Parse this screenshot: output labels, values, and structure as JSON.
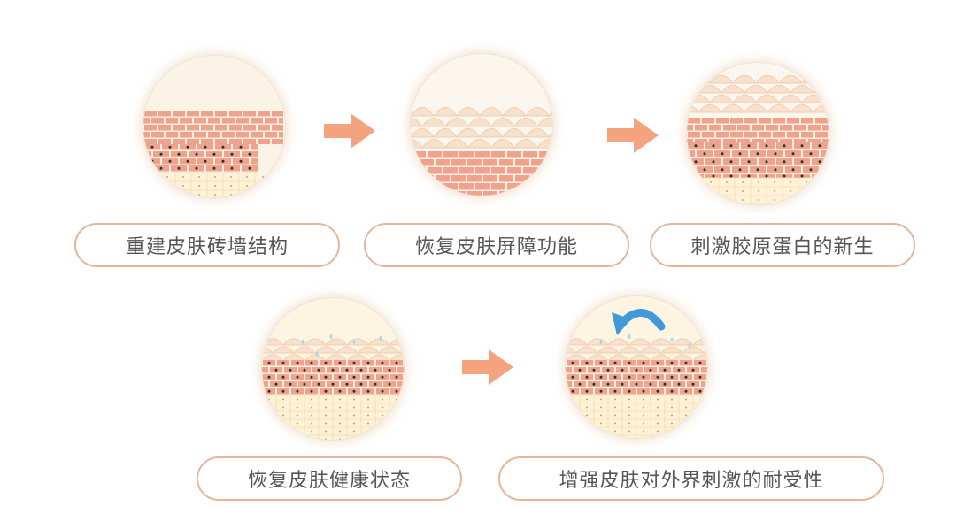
{
  "colors": {
    "accent": "#f5a27e",
    "pill_border": "#e8b49a",
    "text": "#555555",
    "brick": "#f0a38c",
    "mortar": "#fbeee4",
    "scale": "#f7e1cc",
    "deep_cell": "#fdf2d6",
    "nucleus": "#3a2b25",
    "droplet": "#a9d7ee",
    "rotate_arrow": "#3f9ad7"
  },
  "steps": [
    {
      "label": "重建皮肤砖墙结构",
      "illustration": "brick-wall-rebuild"
    },
    {
      "label": "恢复皮肤屏障功能",
      "illustration": "barrier-layer"
    },
    {
      "label": "刺激胶原蛋白的新生",
      "illustration": "collagen-regeneration"
    },
    {
      "label": "恢复皮肤健康状态",
      "illustration": "healthy-skin"
    },
    {
      "label": "增强皮肤对外界刺激的耐受性",
      "illustration": "tolerance-skin"
    }
  ],
  "arrows": [
    {
      "icon": "right-arrow-icon"
    },
    {
      "icon": "right-arrow-icon"
    },
    {
      "icon": "right-arrow-icon"
    }
  ],
  "icons": {
    "rotate": "curved-arrow-icon",
    "droplet": "water-droplet-icon"
  }
}
